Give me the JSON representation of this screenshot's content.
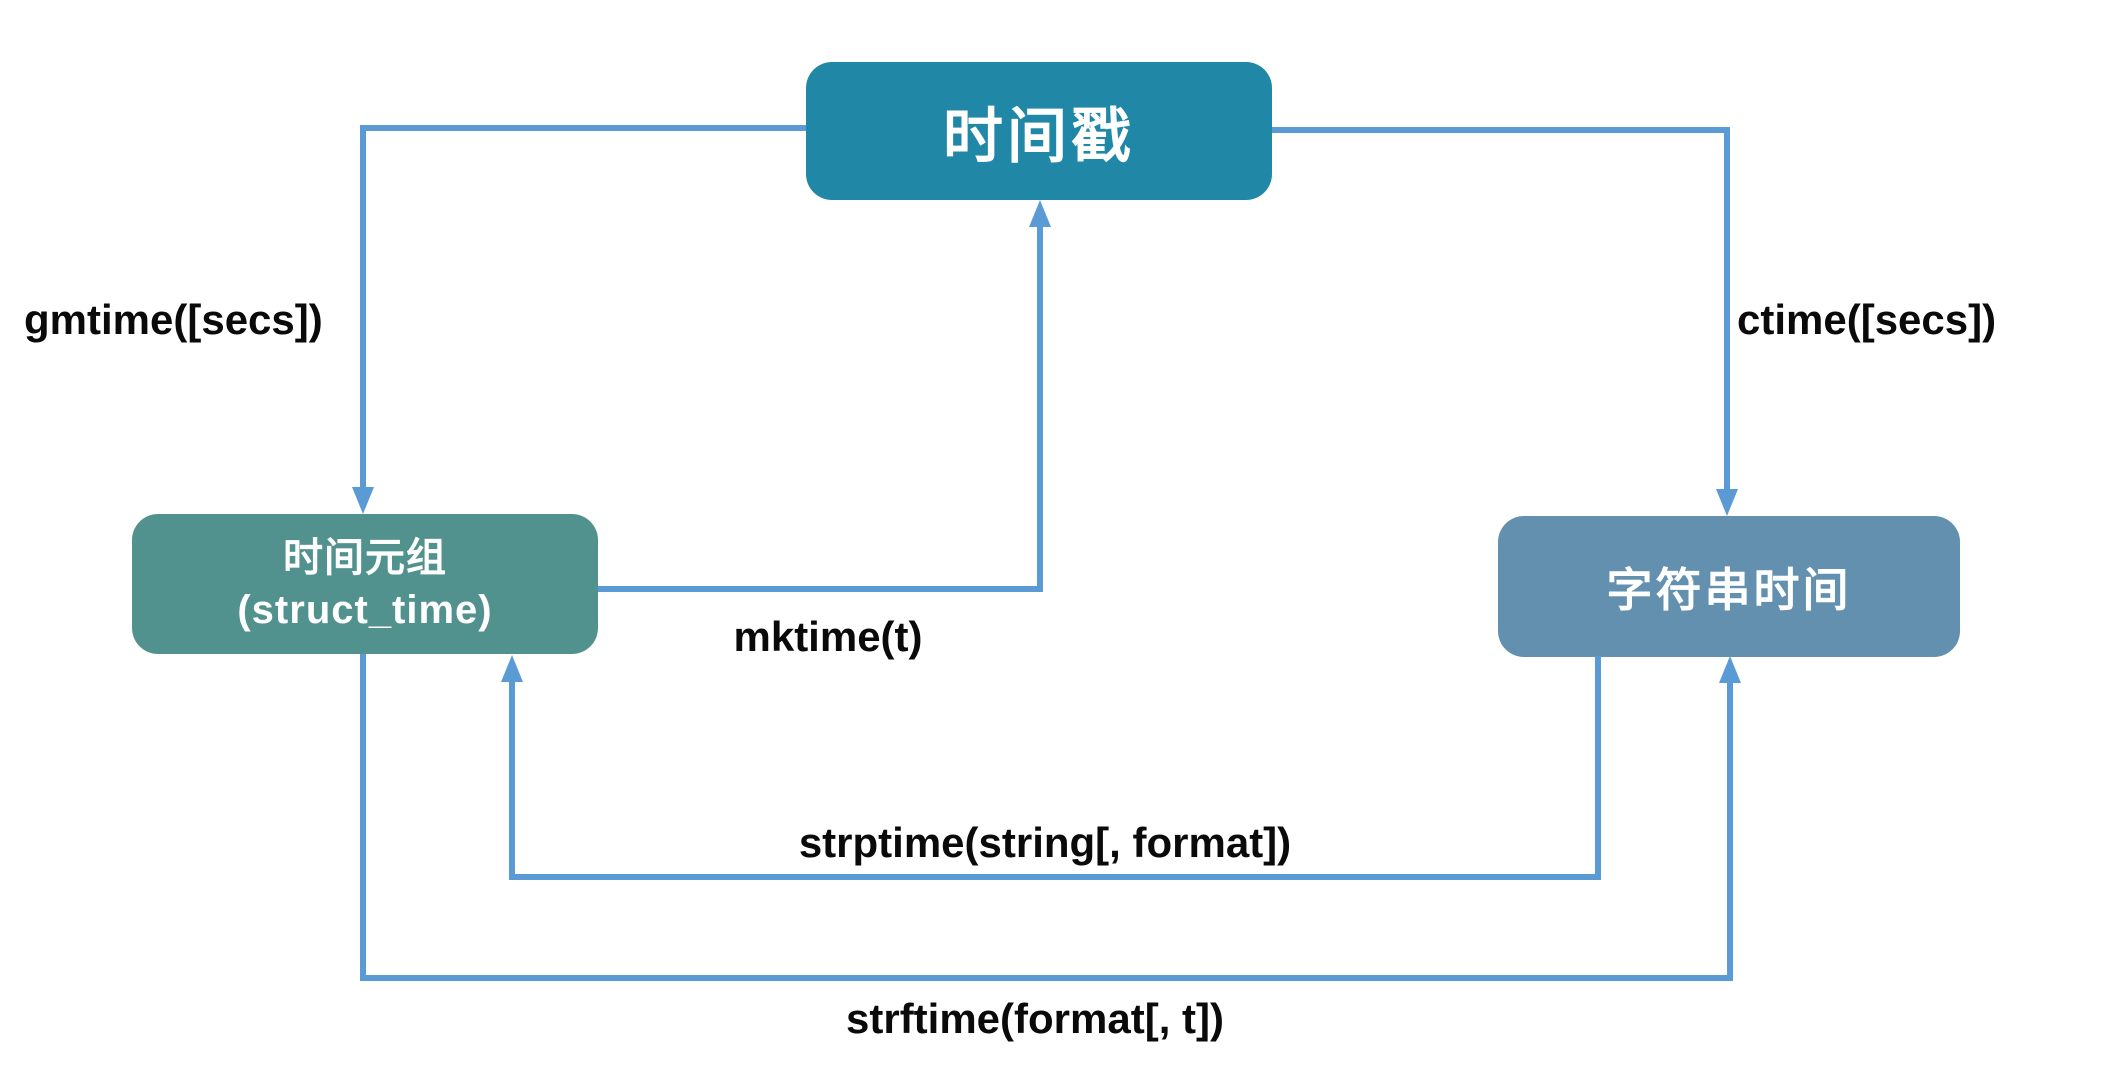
{
  "diagram": {
    "description": "Python time module conversion diagram",
    "nodes": {
      "timestamp": {
        "label": "时间戳",
        "color": "#2087A7"
      },
      "struct_time": {
        "label": "时间元组",
        "sublabel": "(struct_time)",
        "color": "#52928E"
      },
      "string_time": {
        "label": "字符串时间",
        "color": "#6290AE"
      }
    },
    "edges": {
      "gmtime": {
        "label": "gmtime([secs])",
        "from": "timestamp",
        "to": "struct_time"
      },
      "ctime": {
        "label": "ctime([secs])",
        "from": "timestamp",
        "to": "string_time"
      },
      "mktime": {
        "label": "mktime(t)",
        "from": "struct_time",
        "to": "timestamp"
      },
      "strptime": {
        "label": "strptime(string[, format])",
        "from": "string_time",
        "to": "struct_time"
      },
      "strftime": {
        "label": "strftime(format[, t])",
        "from": "struct_time",
        "to": "string_time"
      }
    },
    "colors": {
      "arrow": "#5B9BD5",
      "node_text": "#FFFFFF",
      "label_text": "#0A0A0A",
      "background": "#FFFFFF"
    }
  }
}
